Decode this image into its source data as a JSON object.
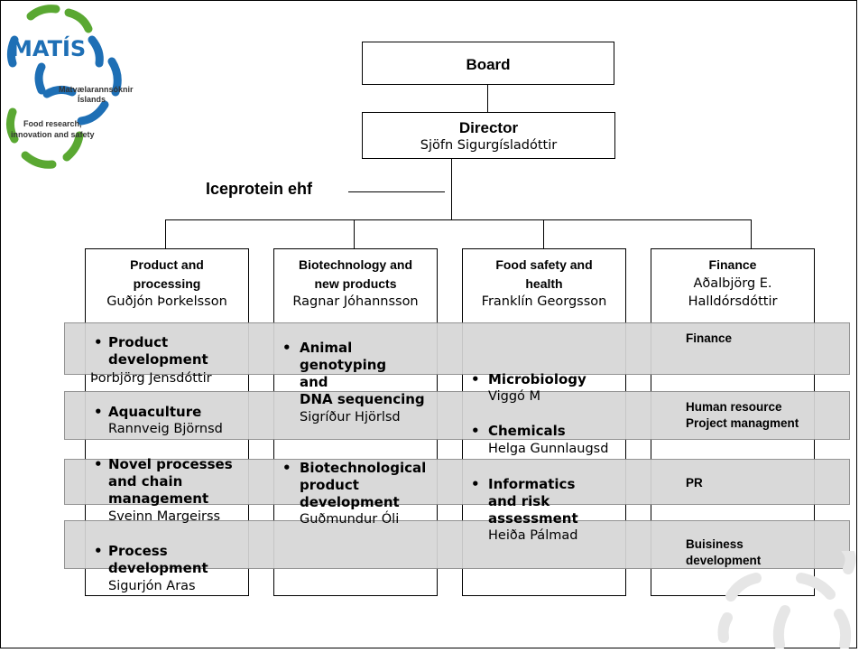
{
  "logo": {
    "name": "MATÍS",
    "line1": "Matvælarannsóknir",
    "line2": "Íslands",
    "line3": "Food research,",
    "line4": "innovation and safety"
  },
  "board": {
    "label": "Board"
  },
  "director": {
    "title": "Director",
    "name": "Sjöfn Sigurgísladóttir"
  },
  "subsidiary": {
    "label": "Iceprotein ehf"
  },
  "divisions": [
    {
      "title_line1": "Product and",
      "title_line2": "processing",
      "head": "Guðjón Þorkelsson"
    },
    {
      "title_line1": "Biotechnology and",
      "title_line2": "new products",
      "head": "Ragnar Jóhannsson"
    },
    {
      "title_line1": "Food safety and",
      "title_line2": "health",
      "head": "Franklín Georgsson"
    },
    {
      "title_line1": "Finance",
      "title_line2": "Aðalbjörg E.",
      "head": "Halldórsdóttir"
    }
  ],
  "col1": {
    "u1_l1": "Product",
    "u1_l2": "development",
    "u1_p": "Þorbjörg Jensdóttir",
    "u2_l1": "Aquaculture",
    "u2_p": "Rannveig Björnsd",
    "u3_l1": "Novel processes",
    "u3_l2": "and chain",
    "u3_l3": "management",
    "u3_p": "Sveinn Margeirss",
    "u4_l1": "Process",
    "u4_l2": "development",
    "u4_p": "Sigurjón Aras"
  },
  "col2": {
    "u1_l1": "Animal",
    "u1_l2": "genotyping",
    "u1_l3": "and",
    "u1_l4": "DNA sequencing",
    "u1_p": "Sigríður Hjörlsd",
    "u2_l1": "Biotechnological",
    "u2_l2": "product",
    "u2_l3": "development",
    "u2_p": "Guðmundur Óli"
  },
  "col3": {
    "u1_l1": "Microbiology",
    "u1_p": "Viggó M",
    "u2_l1": "Chemicals",
    "u2_p": "Helga Gunnlaugsd",
    "u3_l1": "Informatics",
    "u3_l2": "and risk",
    "u3_l3": "assessment",
    "u3_p": "Heiða Pálmad"
  },
  "col4": {
    "u1": "Finance",
    "u2_l1": "Human resource",
    "u2_l2": "Project managment",
    "u3": "PR",
    "u4_l1": "Buisiness",
    "u4_l2": "development"
  },
  "bullet_char": "•",
  "colors": {
    "band": "#d6d6d6",
    "logo_blue": "#1e6fb5",
    "logo_green": "#5aa832"
  }
}
